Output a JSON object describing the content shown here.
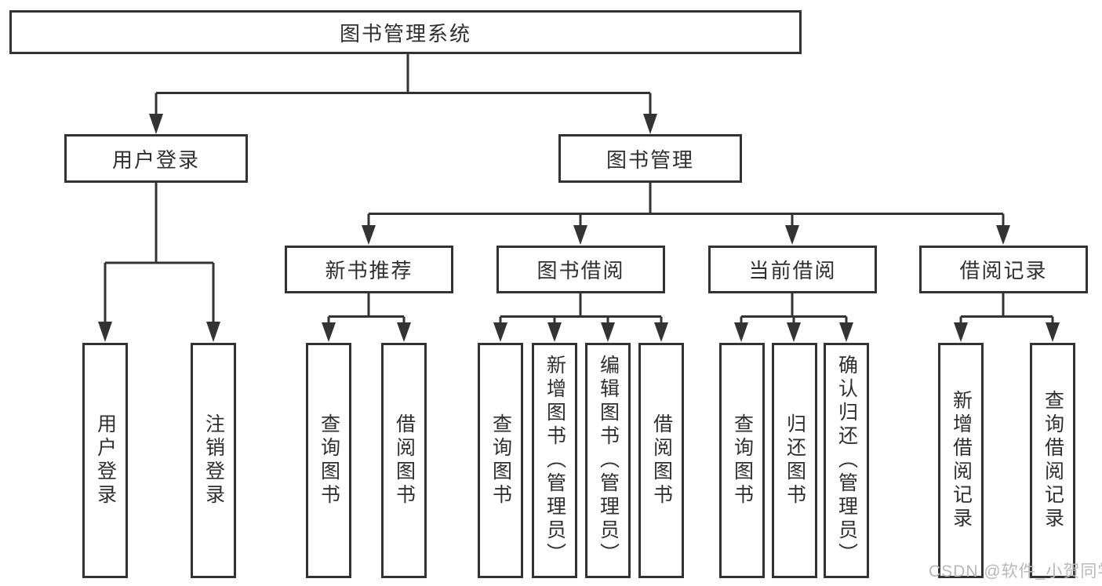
{
  "colors": {
    "line": "#333333",
    "text": "#2f2f2f",
    "background": "#ffffff",
    "watermark": "#b9b9b9"
  },
  "watermark": {
    "text": "CSDN @软件_小贺同学"
  },
  "tree": {
    "label": "图书管理系统",
    "children": [
      {
        "label": "用户登录",
        "children": [
          {
            "label": "用户登录"
          },
          {
            "label": "注销登录"
          }
        ]
      },
      {
        "label": "图书管理",
        "children": [
          {
            "label": "新书推荐",
            "children": [
              {
                "label": "查询图书"
              },
              {
                "label": "借阅图书"
              }
            ]
          },
          {
            "label": "图书借阅",
            "children": [
              {
                "label": "查询图书"
              },
              {
                "label": "新增图书（管理员）"
              },
              {
                "label": "编辑图书（管理员）"
              },
              {
                "label": "借阅图书"
              }
            ]
          },
          {
            "label": "当前借阅",
            "children": [
              {
                "label": "查询图书"
              },
              {
                "label": "归还图书"
              },
              {
                "label": "确认归还（管理员）"
              }
            ]
          },
          {
            "label": "借阅记录",
            "children": [
              {
                "label": "新增借阅记录"
              },
              {
                "label": "查询借阅记录"
              }
            ]
          }
        ]
      }
    ]
  }
}
